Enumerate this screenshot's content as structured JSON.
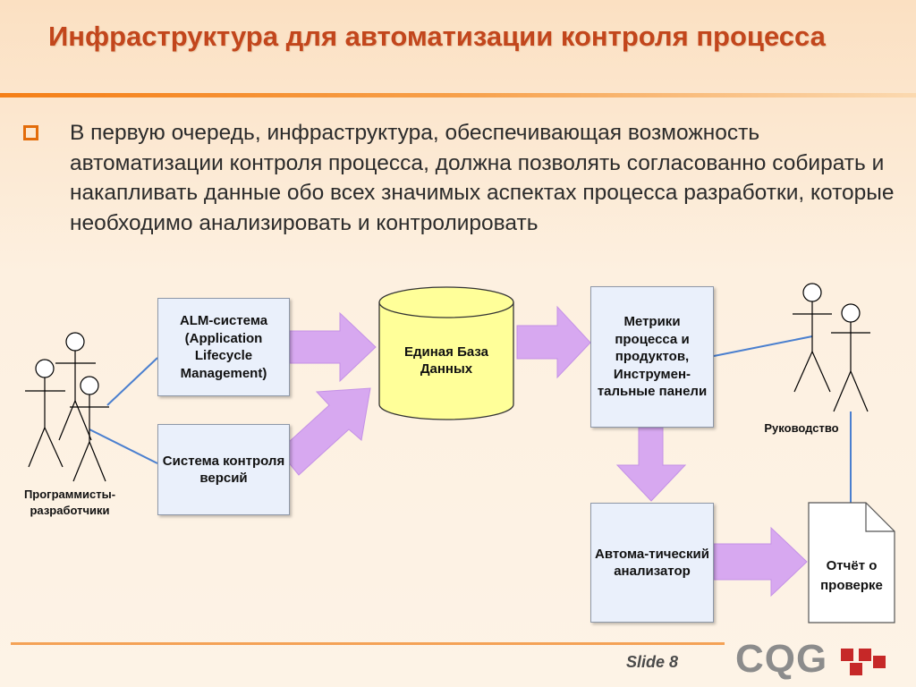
{
  "slide": {
    "title": "Инфраструктура для автоматизации контроля процесса",
    "bullet": "В первую очередь, инфраструктура, обеспечивающая возможность автоматизации контроля процесса, должна позволять согласованно собирать и накапливать данные обо всех значимых аспектах процесса разработки, которые необходимо анализировать и контролировать",
    "slide_number": "Slide 8",
    "logo_text": "CQG"
  },
  "diagram": {
    "developers_label": "Программисты-разработчики",
    "alm_box": "ALM-система (Application Lifecycle Management)",
    "vcs_box": "Система контроля версий",
    "database": "Единая База Данных",
    "metrics_box": "Метрики процесса и продуктов, Инструмен-тальные панели",
    "analyzer_box": "Автома-тический анализатор",
    "report": "Отчёт о проверке",
    "management_label": "Руководство"
  },
  "colors": {
    "title": "#c2461c",
    "accent_orange": "#e36c0a",
    "arrow_fill": "#d7a8f0",
    "database_fill": "#ffff99",
    "box_fill": "#eaf0fb",
    "connector": "#4a7fcf"
  }
}
